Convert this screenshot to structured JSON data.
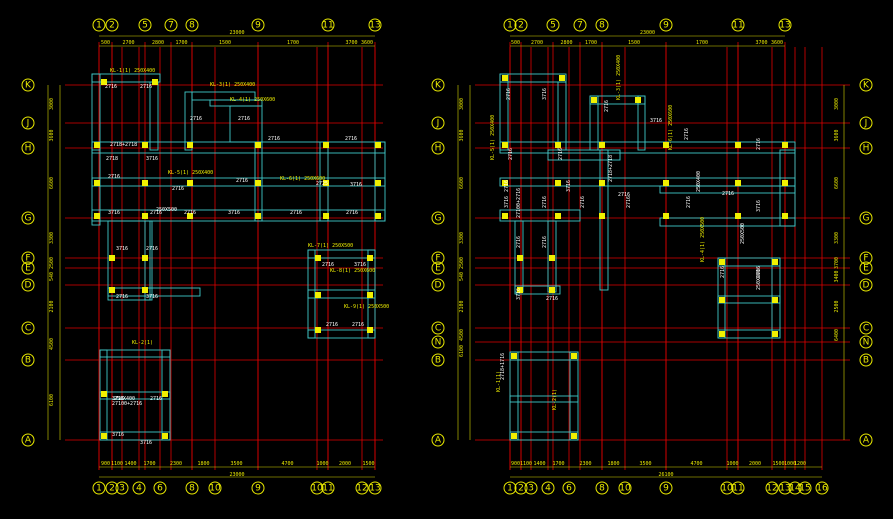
{
  "colors": {
    "background": "#000000",
    "axis_line": "#e00000",
    "beam": "#40c8c8",
    "column": "#f0f000",
    "annotation": "#f0f000",
    "dimension": "#d8d800"
  },
  "plans": [
    {
      "id": "plan-left",
      "top_axes": [
        "1",
        "2",
        "5",
        "7",
        "8",
        "9",
        "11",
        "13"
      ],
      "top_dims": [
        "500",
        "2700",
        "2800",
        "1700",
        "1500",
        "1700",
        "3700",
        "3600"
      ],
      "top_total": "23000",
      "bottom_axes": [
        "1",
        "2",
        "3",
        "4",
        "6",
        "8",
        "10",
        "9",
        "10",
        "11",
        "12",
        "13"
      ],
      "bottom_dims": [
        "900",
        "1100",
        "1400",
        "1700",
        "2300",
        "1800",
        "3500",
        "4700",
        "1000",
        "2000",
        "1500"
      ],
      "bottom_total": "23000",
      "row_axes": [
        "K",
        "J",
        "H",
        "G",
        "F",
        "E",
        "D",
        "C",
        "B",
        "A"
      ],
      "left_dims": [
        "3000",
        "3600",
        "6600",
        "3300",
        "2500",
        "540",
        "2100",
        "4500",
        "6100"
      ],
      "right_dims": [],
      "annotations": [
        "2716",
        "2716",
        "2718",
        "3716",
        "2716",
        "2716",
        "2716",
        "2716",
        "2716",
        "2716",
        "2716",
        "3716",
        "3716",
        "2716",
        "2716",
        "3716",
        "2716",
        "2716",
        "3716",
        "2716",
        "2716",
        "3716",
        "2716",
        "3716",
        "2716",
        "2716",
        "3716",
        "2716",
        "3716",
        "3716",
        "KL-2(1)",
        "KL-1(1) 250X400",
        "KL-3(1) 250X400",
        "KL-4(1) 250X600",
        "KL-5(1) 250X400",
        "KL-6(1) 250X600",
        "KL-7(1) 250X500",
        "KL-8(1) 250X600",
        "KL-9(1) 250X500",
        "2725",
        "2718+2718",
        "27100+2716",
        "250X400",
        "250X500"
      ]
    },
    {
      "id": "plan-right",
      "top_axes": [
        "1",
        "2",
        "5",
        "7",
        "8",
        "9",
        "11",
        "13"
      ],
      "top_dims": [
        "500",
        "2700",
        "2800",
        "1700",
        "1500",
        "1700",
        "3700",
        "3600"
      ],
      "top_total": "23000",
      "bottom_axes": [
        "1",
        "2",
        "3",
        "4",
        "6",
        "8",
        "10",
        "9",
        "10",
        "11",
        "12",
        "13",
        "14",
        "15",
        "16"
      ],
      "bottom_dims": [
        "900",
        "1100",
        "1400",
        "1700",
        "2300",
        "1800",
        "3500",
        "4700",
        "1000",
        "2000",
        "1500",
        "1000",
        "1200"
      ],
      "bottom_total": "26100",
      "row_axes": [
        "K",
        "J",
        "H",
        "G",
        "F",
        "E",
        "D",
        "C",
        "N",
        "B",
        "A"
      ],
      "left_dims": [
        "3000",
        "3600",
        "6600",
        "3300",
        "2500",
        "540",
        "2100",
        "4500",
        "6100"
      ],
      "right_dims": [
        "3000",
        "3600",
        "6600",
        "3300",
        "3700",
        "3400",
        "2500",
        "6400"
      ],
      "annotations": [
        "2716",
        "3716",
        "2716",
        "2716",
        "2716",
        "3716",
        "2716",
        "2716",
        "2716",
        "3716",
        "2716",
        "2716",
        "3716",
        "2716",
        "2716",
        "2716",
        "2716",
        "3716",
        "2716",
        "2716",
        "3716",
        "2716",
        "2716",
        "2716",
        "KL-1(1)",
        "KL-2(1)",
        "KL-3(1) 250X400",
        "KL-4(1) 250X500",
        "KL-5(1) 250X400",
        "KL-6(1) 250X600",
        "250X400",
        "250X500",
        "250X600",
        "2718+2718",
        "27100+2716",
        "2718+1716"
      ]
    }
  ]
}
